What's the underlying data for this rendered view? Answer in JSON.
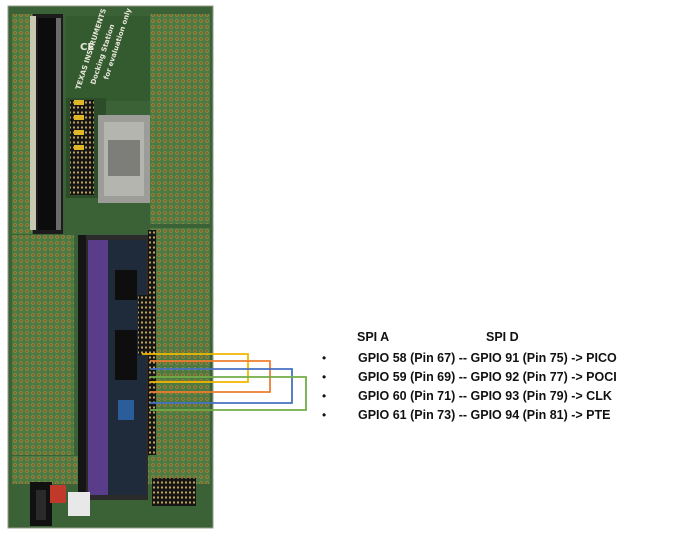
{
  "headers": {
    "spi_a": "SPI A",
    "spi_d": "SPI D"
  },
  "connections": [
    {
      "text": "GPIO 58 (Pin 67) -- GPIO 91 (Pin 75) -> PICO",
      "color": "#f2b800"
    },
    {
      "text": "GPIO 59 (Pin 69) -- GPIO 92 (Pin 77) -> POCI",
      "color": "#ed7d31"
    },
    {
      "text": "GPIO 60 (Pin 71) -- GPIO 93 (Pin 79) -> CLK",
      "color": "#4472c4"
    },
    {
      "text": "GPIO 61 (Pin 73) -- GPIO 94 (Pin 81) -> PTE",
      "color": "#70ad47"
    }
  ],
  "bullet": "•",
  "colors": {
    "pcb_green": "#3f6b3a",
    "pcb_dark": "#1f3a20",
    "pad_gold": "#c9a24a",
    "header_black": "#1a1a1a"
  }
}
